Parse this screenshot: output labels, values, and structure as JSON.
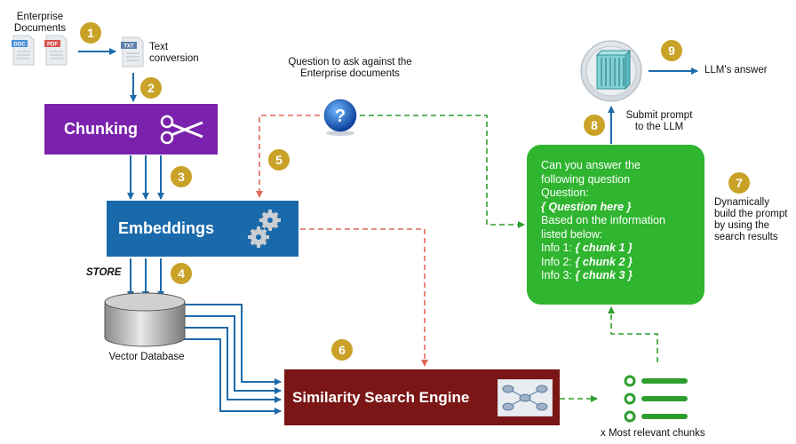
{
  "steps": [
    "1",
    "2",
    "3",
    "4",
    "5",
    "6",
    "7",
    "8",
    "9"
  ],
  "labels": {
    "enterprise_documents": "Enterprise Documents",
    "doc_tag": "DOC",
    "pdf_tag": "PDF",
    "txt_tag": "TXT",
    "text_conversion": "Text conversion",
    "store": "STORE",
    "vector_database": "Vector Database",
    "question": "Question to ask against the Enterprise documents",
    "submit_prompt": "Submit prompt to the LLM",
    "llm_answer": "LLM's answer",
    "dynamic_prompt": "Dynamically build the prompt by using the search results",
    "relevant_chunks": "x Most relevant chunks"
  },
  "boxes": {
    "chunking": "Chunking",
    "embeddings": "Embeddings",
    "similarity_search": "Similarity Search Engine"
  },
  "prompt": {
    "line1": "Can you answer the",
    "line2": "following question",
    "line3": "Question:",
    "question_placeholder": "{ Question here }",
    "line5": "Based on the information",
    "line6": "listed below:",
    "info1_label": "Info 1: ",
    "info1_value": "{ chunk 1 }",
    "info2_label": "Info 2: ",
    "info2_value": "{ chunk 2 }",
    "info3_label": "Info 3: ",
    "info3_value": "{ chunk 3 }"
  },
  "colors": {
    "chunking": "#7a22ad",
    "embeddings": "#1a6aab",
    "similarity_search": "#7a1616",
    "prompt": "#2fb52f",
    "step_badge": "#c9a227",
    "flow_arrow": "#1e6aa8",
    "question_arrow": "#e06a5a",
    "prompt_arrow": "#2e9e2e"
  },
  "icons": [
    "doc-file-icon",
    "pdf-file-icon",
    "txt-file-icon",
    "scissors-icon",
    "gears-icon",
    "database-icon",
    "question-icon",
    "llm-server-icon",
    "network-icon",
    "list-icon"
  ]
}
